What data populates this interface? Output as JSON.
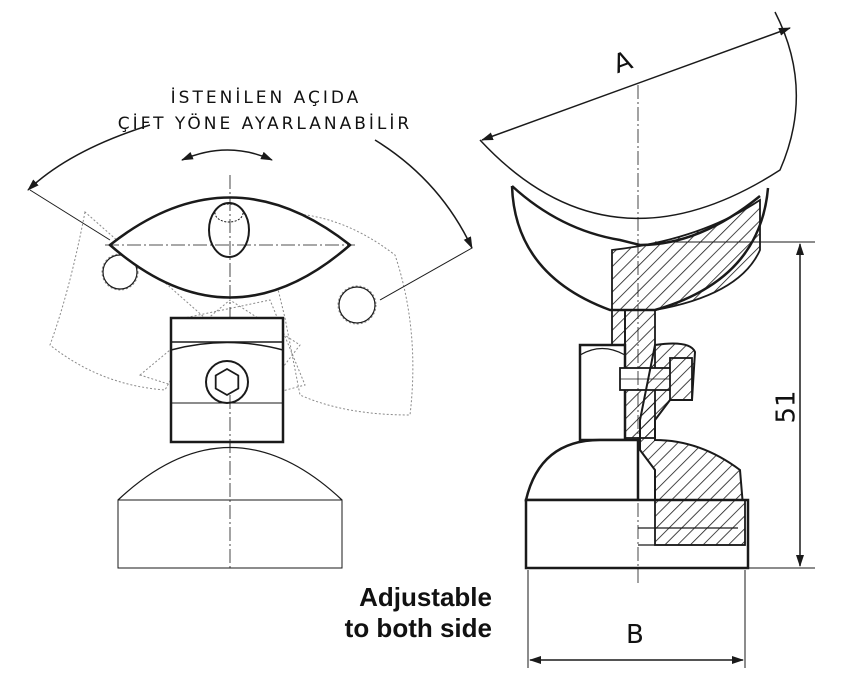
{
  "labels": {
    "turkish_line1": "İSTENİLEN AÇIDA",
    "turkish_line2": "ÇİFT YÖNE AYARLANABİLİR",
    "english_line1": "Adjustable",
    "english_line2": "to both side"
  },
  "dimensions": {
    "dim_a": "A",
    "dim_b": "B",
    "dim_height": "51"
  },
  "colors": {
    "line": "#1a1a1a",
    "ghost": "#8a8a8a",
    "background": "#ffffff"
  }
}
